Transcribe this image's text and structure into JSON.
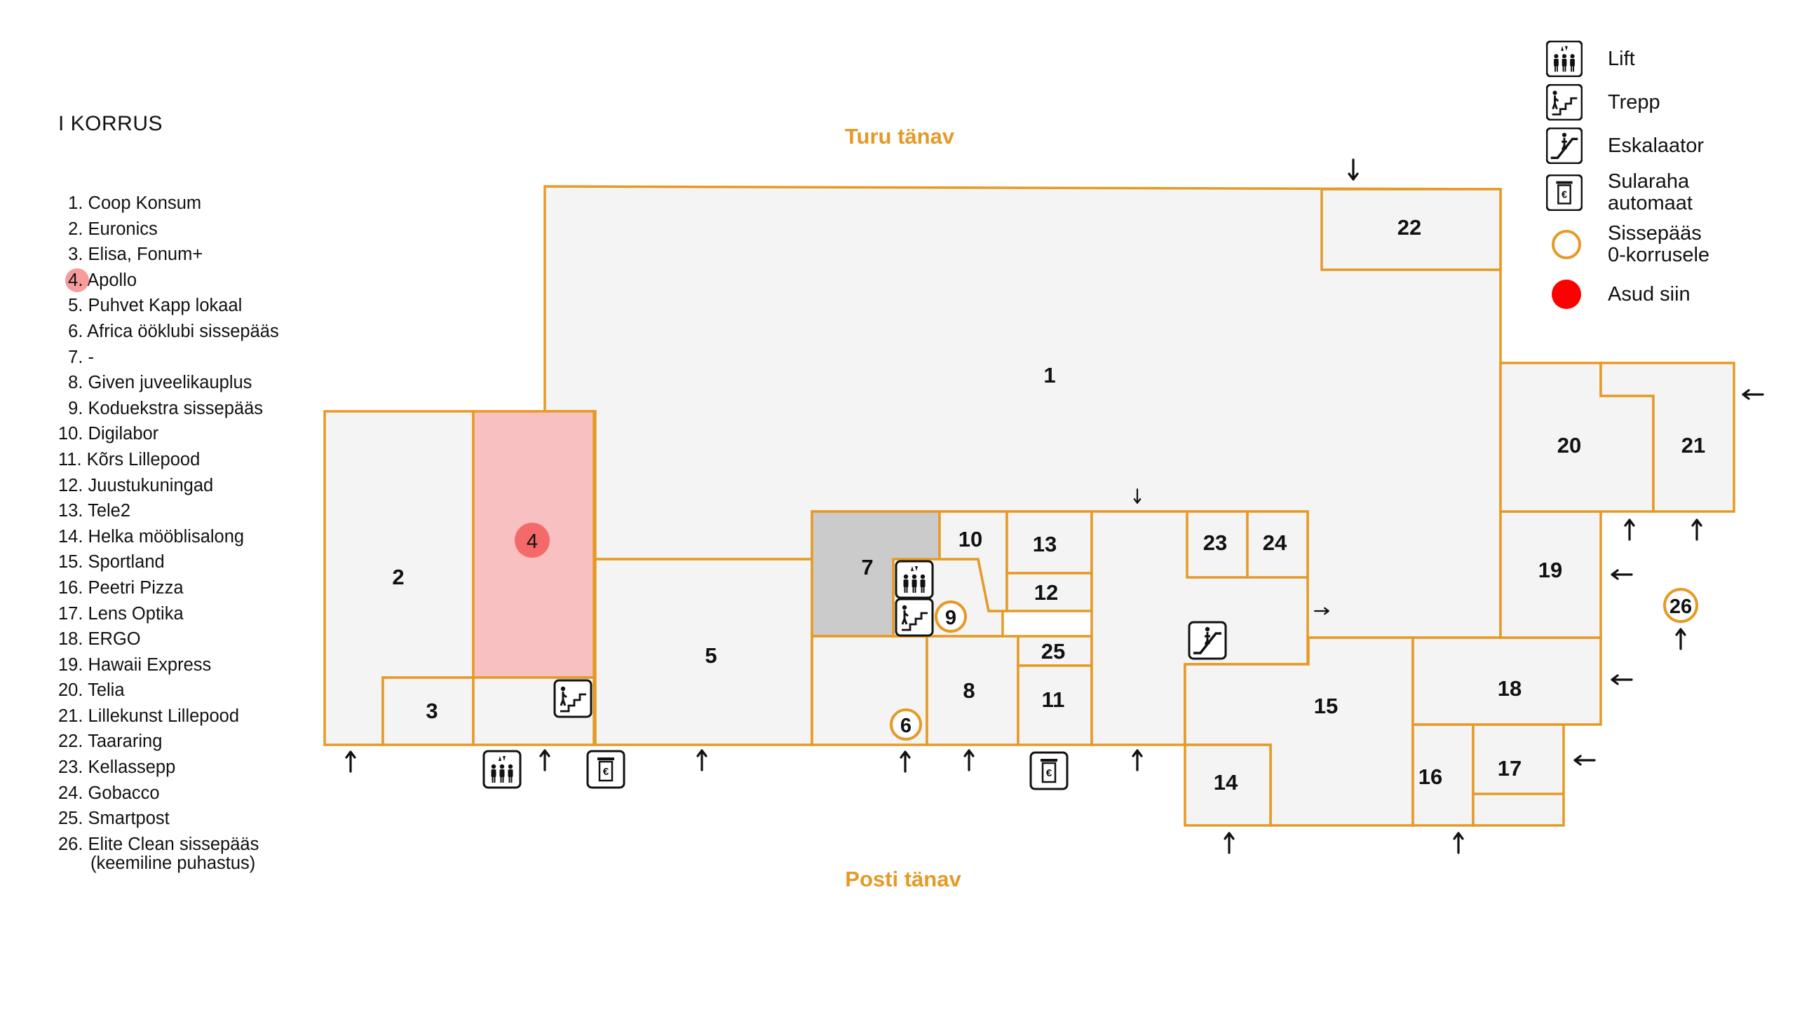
{
  "floor_title": "I KORRUS",
  "stores": [
    {
      "num": "1.",
      "name": "Coop Konsum"
    },
    {
      "num": "2.",
      "name": "Euronics"
    },
    {
      "num": "3.",
      "name": "Elisa, Fonum+"
    },
    {
      "num": "4.",
      "name": "Apollo",
      "here": true
    },
    {
      "num": "5.",
      "name": "Puhvet Kapp lokaal"
    },
    {
      "num": "6.",
      "name": "Africa ööklubi sissepääs"
    },
    {
      "num": "7.",
      "name": "-"
    },
    {
      "num": "8.",
      "name": "Given juveelikauplus"
    },
    {
      "num": "9.",
      "name": "Koduekstra sissepääs"
    },
    {
      "num": "10.",
      "name": "Digilabor"
    },
    {
      "num": "11.",
      "name": "Kõrs Lillepood"
    },
    {
      "num": "12.",
      "name": "Juustukuningad"
    },
    {
      "num": "13.",
      "name": "Tele2"
    },
    {
      "num": "14.",
      "name": "Helka mööblisalong"
    },
    {
      "num": "15.",
      "name": "Sportland"
    },
    {
      "num": "16.",
      "name": "Peetri Pizza"
    },
    {
      "num": "17.",
      "name": "Lens Optika"
    },
    {
      "num": "18.",
      "name": "ERGO"
    },
    {
      "num": "19.",
      "name": "Hawaii Express"
    },
    {
      "num": "20.",
      "name": "Telia"
    },
    {
      "num": "21.",
      "name": "Lillekunst Lillepood"
    },
    {
      "num": "22.",
      "name": "Taararing"
    },
    {
      "num": "23.",
      "name": "Kellassepp"
    },
    {
      "num": "24.",
      "name": "Gobacco"
    },
    {
      "num": "25.",
      "name": "Smartpost"
    },
    {
      "num": "26.",
      "name": "Elite Clean sissepääs",
      "sub": "(keemiline puhastus)"
    }
  ],
  "streets": {
    "top": "Turu tänav",
    "bottom": "Posti tänav"
  },
  "legend": {
    "lift": "Lift",
    "stairs": "Trepp",
    "escalator": "Eskalaator",
    "atm": "Sularaha\nautomaat",
    "entrance_0": "Sissepääs\n0-korrusele",
    "you_are_here": "Asud siin"
  },
  "unit_labels": {
    "u1": "1",
    "u2": "2",
    "u3": "3",
    "u4": "4",
    "u5": "5",
    "u6": "6",
    "u7": "7",
    "u8": "8",
    "u9": "9",
    "u10": "10",
    "u11": "11",
    "u12": "12",
    "u13": "13",
    "u14": "14",
    "u15": "15",
    "u16": "16",
    "u17": "17",
    "u18": "18",
    "u19": "19",
    "u20": "20",
    "u21": "21",
    "u22": "22",
    "u23": "23",
    "u24": "24",
    "u25": "25",
    "u26": "26"
  },
  "colors": {
    "outline": "#e59a26",
    "unit_fill": "#f4f4f4",
    "selected_fill": "#f8c0c0",
    "selected_marker": "#f46a6a",
    "unit7_fill": "#cbcbcb",
    "you_are_here": "#ff0000"
  },
  "icons": {
    "lift": "lift-icon",
    "stairs": "stairs-icon",
    "escalator": "escalator-icon",
    "atm": "atm-icon",
    "entrance": "entrance-arrow-icon"
  }
}
